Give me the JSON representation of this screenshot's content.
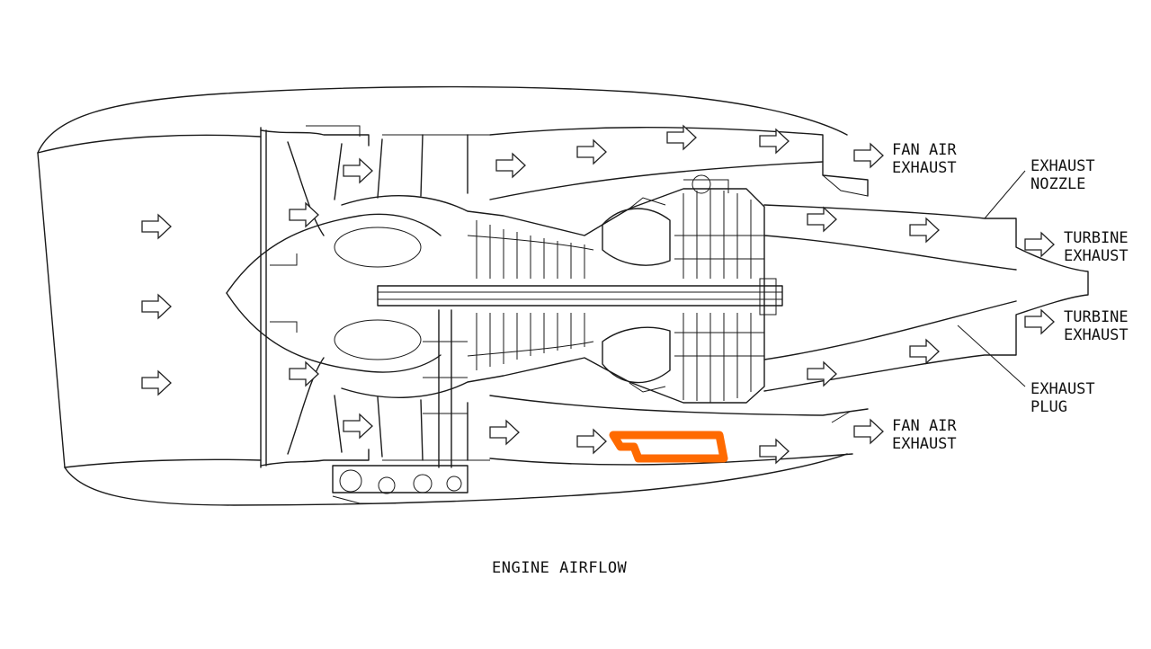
{
  "caption": "ENGINE AIRFLOW",
  "labels": {
    "fan_air_exhaust_top": [
      "FAN AIR",
      "EXHAUST"
    ],
    "fan_air_exhaust_bottom": [
      "FAN AIR",
      "EXHAUST"
    ],
    "exhaust_nozzle": [
      "EXHAUST",
      "NOZZLE"
    ],
    "turbine_exhaust_top": [
      "TURBINE",
      "EXHAUST"
    ],
    "turbine_exhaust_bottom": [
      "TURBINE",
      "EXHAUST"
    ],
    "exhaust_plug": [
      "EXHAUST",
      "PLUG"
    ]
  },
  "colors": {
    "line": "#1a1a1a",
    "highlight": "#ff6a00"
  },
  "icons": {
    "flow_arrow": "hollow-right-arrow-icon"
  }
}
